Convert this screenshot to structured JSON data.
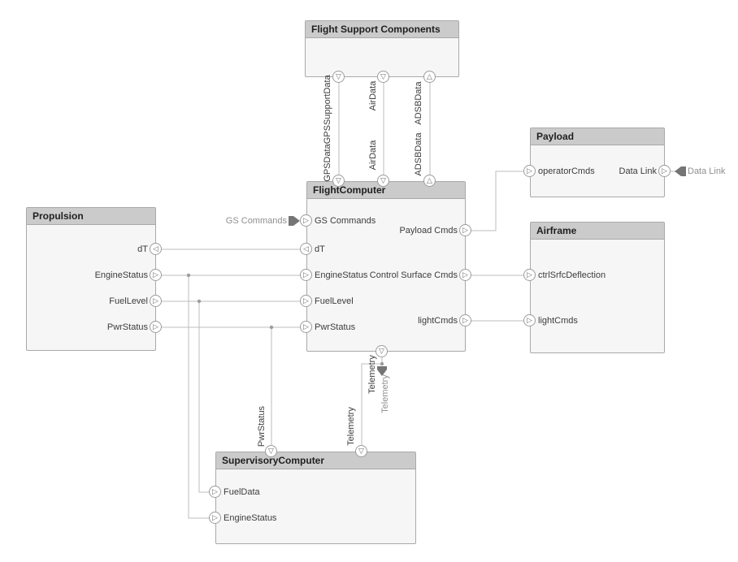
{
  "colors": {
    "canvas": "#ffffff",
    "block_body": "#f6f6f6",
    "block_header": "#cbcbcb",
    "block_border": "#a9a9a9",
    "wire": "#bcbcbc",
    "port_border": "#9c9c9c",
    "title_text": "#1f1f1f",
    "label_text": "#3c3c3c",
    "muted_text": "#8f8f8f",
    "external_glyph": "#757575"
  },
  "blocks": {
    "flight_support": {
      "title": "Flight Support Components"
    },
    "flight_computer": {
      "title": "FlightComputer"
    },
    "propulsion": {
      "title": "Propulsion"
    },
    "payload": {
      "title": "Payload"
    },
    "airframe": {
      "title": "Airframe"
    },
    "supervisory": {
      "title": "SupervisoryComputer"
    }
  },
  "ports": {
    "fsc_gps": {
      "glyph": "▽"
    },
    "fsc_air": {
      "glyph": "▽"
    },
    "fsc_adsb": {
      "glyph": "△"
    },
    "fc_top_gps": {
      "glyph": "▽"
    },
    "fc_top_air": {
      "glyph": "▽"
    },
    "fc_top_adsb": {
      "glyph": "△"
    },
    "fc_gs_commands": {
      "label": "GS Commands",
      "glyph": "▷"
    },
    "fc_dt": {
      "label": "dT",
      "glyph": "◁"
    },
    "fc_engine_status": {
      "label": "EngineStatus",
      "glyph": "▷"
    },
    "fc_fuel_level": {
      "label": "FuelLevel",
      "glyph": "▷"
    },
    "fc_pwr_status": {
      "label": "PwrStatus",
      "glyph": "▷"
    },
    "fc_payload_cmds": {
      "label": "Payload Cmds",
      "glyph": "▷"
    },
    "fc_ctrl_surface_cmds": {
      "label": "Control Surface Cmds",
      "glyph": "▷"
    },
    "fc_light_cmds": {
      "label": "lightCmds",
      "glyph": "▷"
    },
    "fc_telemetry": {
      "label": "Telemetry",
      "glyph": "▽"
    },
    "prop_dt": {
      "label": "dT",
      "glyph": "◁"
    },
    "prop_engine_status": {
      "label": "EngineStatus",
      "glyph": "▷"
    },
    "prop_fuel_level": {
      "label": "FuelLevel",
      "glyph": "▷"
    },
    "prop_pwr_status": {
      "label": "PwrStatus",
      "glyph": "▷"
    },
    "payload_operator_cmds": {
      "label": "operatorCmds",
      "glyph": "▷"
    },
    "payload_data_link": {
      "label": "Data Link",
      "glyph": "▷"
    },
    "airframe_ctrl_srfc": {
      "label": "ctrlSrfcDeflection",
      "glyph": "▷"
    },
    "airframe_light_cmds": {
      "label": "lightCmds",
      "glyph": "▷"
    },
    "sc_pwr_status": {
      "label": "PwrStatus",
      "glyph": "▽"
    },
    "sc_telemetry": {
      "label": "Telemetry",
      "glyph": "▽"
    },
    "sc_fuel_data": {
      "label": "FuelData",
      "glyph": "▷"
    },
    "sc_engine_status": {
      "label": "EngineStatus",
      "glyph": "▷"
    }
  },
  "wire_labels": {
    "gps_combined": "GPSDataGPSSupportData",
    "air_top": "AirData",
    "air_bottom": "AirData",
    "adsb_top": "ADSBData",
    "adsb_bottom": "ADSBData"
  },
  "external_ports": {
    "gs_commands": "GS Commands",
    "data_link": "Data Link",
    "telemetry": "Telemetry"
  }
}
